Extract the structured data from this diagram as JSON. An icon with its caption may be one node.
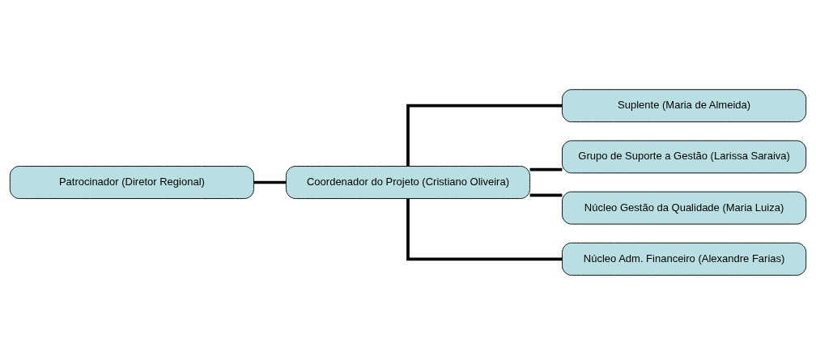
{
  "diagram": {
    "nodes": [
      {
        "text": [
          "Patrocinador (Diretor Regional)"
        ]
      },
      {
        "text": [
          "Coordenador do Projeto (Cristiano Oliveira)"
        ]
      },
      {
        "text": [
          "Suplente (Maria de Almeida)"
        ]
      },
      {
        "text": [
          "Grupo de Suporte a Gestão (Larissa Saraiva)"
        ]
      },
      {
        "text": [
          "Núcleo Gestão da Qualidade (Maria Luiza)"
        ]
      },
      {
        "text": [
          "Núcleo Adm. Financeiro (Alexandre Farias)"
        ]
      }
    ],
    "edges": [
      {
        "from": 0,
        "to": 1,
        "arrow": "none"
      },
      {
        "from": 1,
        "to": 2,
        "arrow": "none"
      },
      {
        "from": 1,
        "to": 3,
        "arrow": "none"
      },
      {
        "from": 1,
        "to": 4,
        "arrow": "none"
      },
      {
        "from": 1,
        "to": 5,
        "arrow": "none"
      }
    ]
  }
}
